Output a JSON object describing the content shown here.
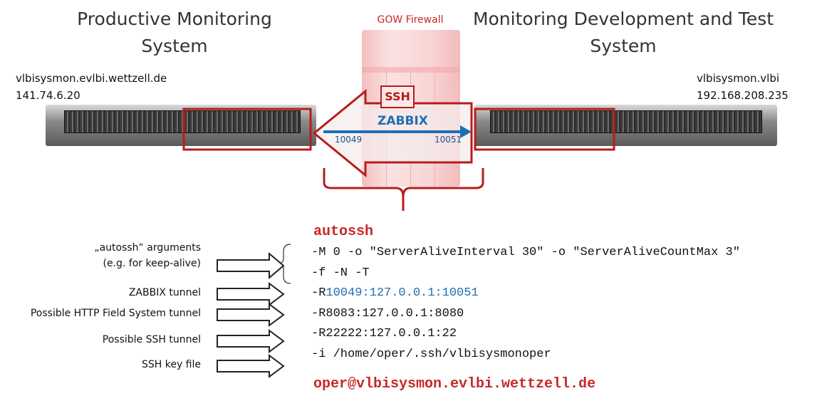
{
  "left_title": [
    "Productive Monitoring",
    "System"
  ],
  "right_title": [
    "Monitoring Development and Test",
    "System"
  ],
  "firewall_label": "GOW Firewall",
  "left_host": {
    "name": "vlbisysmon.evlbi.wettzell.de",
    "ip": "141.74.6.20"
  },
  "right_host": {
    "name": "vlbisysmon.vlbi",
    "ip": "192.168.208.235"
  },
  "tunnel": {
    "ssh_label": "SSH",
    "zabbix_label": "ZABBIX",
    "left_port": "10049",
    "right_port": "10051"
  },
  "command": {
    "head": "autossh",
    "lines": [
      {
        "text": "-M 0 -o \"ServerAliveInterval 30\" -o \"ServerAliveCountMax 3\""
      },
      {
        "text": "-f -N -T"
      },
      {
        "prefix": "-R",
        "highlight": "10049:127.0.0.1:10051"
      },
      {
        "text": "-R8083:127.0.0.1:8080"
      },
      {
        "text": "-R22222:127.0.0.1:22"
      },
      {
        "text": "-i /home/oper/.ssh/vlbisysmonoper"
      }
    ],
    "tail": "oper@vlbisysmon.evlbi.wettzell.de"
  },
  "labels": [
    "„autossh“ arguments",
    "(e.g. for keep-alive)",
    "ZABBIX tunnel",
    "Possible HTTP Field System tunnel",
    "Possible SSH tunnel",
    "SSH key file"
  ],
  "colors": {
    "accent_red": "#b71c1c",
    "zabbix_blue": "#1f6fb2",
    "firewall_pink": "#f7c7c7"
  }
}
